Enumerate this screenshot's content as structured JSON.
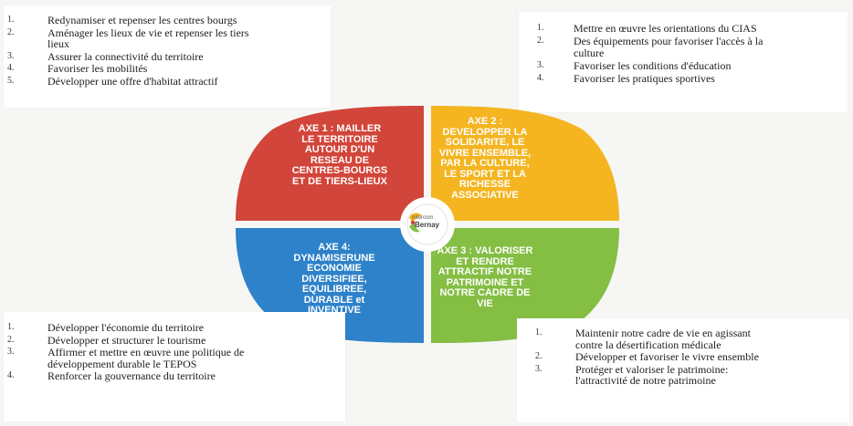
{
  "colors": {
    "axe1": "#d2453a",
    "axe2": "#f4b521",
    "axe3": "#84be43",
    "axe4": "#2e82c9",
    "logo_ring": "#ffffff"
  },
  "top_left": {
    "items": [
      {
        "num": "1.",
        "text": "Redynamiser et repenser les centres bourgs"
      },
      {
        "num": "2.",
        "text": "Aménager les lieux de vie et repenser les tiers\nlieux"
      },
      {
        "num": "3.",
        "text": "Assurer la connectivité du territoire"
      },
      {
        "num": "4.",
        "text": "Favoriser les mobilités"
      },
      {
        "num": "5.",
        "text": "Développer une offre d'habitat attractif"
      }
    ]
  },
  "top_right": {
    "items": [
      {
        "num": "1.",
        "text": "Mettre en œuvre les orientations du CIAS"
      },
      {
        "num": "2.",
        "text": "Des équipements pour favoriser l'accès à la\nculture"
      },
      {
        "num": "3.",
        "text": "Favoriser les conditions d'éducation"
      },
      {
        "num": "4.",
        "text": "Favoriser les pratiques sportives"
      }
    ]
  },
  "bottom_left": {
    "items": [
      {
        "num": "1.",
        "text": "Développer l'économie du territoire"
      },
      {
        "num": "2.",
        "text": "Développer et structurer le tourisme"
      },
      {
        "num": "3.",
        "text": "Affirmer et mettre en œuvre une politique de\ndéveloppement durable le TEPOS"
      },
      {
        "num": "4.",
        "text": "Renforcer la gouvernance du territoire"
      }
    ]
  },
  "bottom_right": {
    "items": [
      {
        "num": "1.",
        "text": "Maintenir notre cadre de vie en agissant\ncontre la désertification médicale"
      },
      {
        "num": "2.",
        "text": "Développer et favoriser le vivre ensemble"
      },
      {
        "num": "3.",
        "text": "Protéger et valoriser le patrimoine:\nl'attractivité de notre patrimoine"
      }
    ]
  },
  "axes": {
    "axe1": "AXE 1 : MAILLER\nLE TERRITOIRE\nAUTOUR D'UN\nRESEAU DE\nCENTRES-BOURGS\nET DE TIERS-LIEUX",
    "axe2": "AXE 2 :\nDEVELOPPER LA\nSOLIDARITE, LE\nVIVRE ENSEMBLE,\nPAR LA CULTURE,\nLE SPORT ET LA\nRICHESSE\nASSOCIATIVE",
    "axe3": "AXE 3 : VALORISER\nET RENDRE\nATTRACTIF NOTRE\nPATRIMOINE ET\nNOTRE CADRE DE\nVIE",
    "axe4": "AXE 4:\nDYNAMISERUNE\nECONOMIE\nDIVERSIFIEE,\nEQUILIBREE,\nDURABLE et\nINVENTIVE"
  },
  "logo": {
    "line1": "Intercom",
    "line2": "Bernay"
  }
}
